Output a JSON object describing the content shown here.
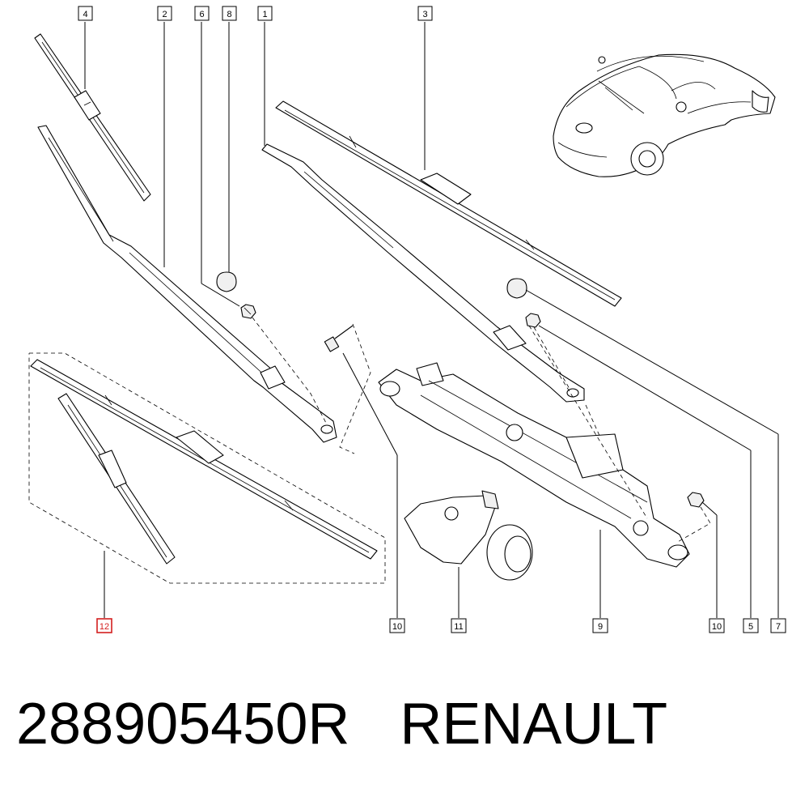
{
  "diagram": {
    "callouts": [
      {
        "id": "c4",
        "label": "4"
      },
      {
        "id": "c2",
        "label": "2"
      },
      {
        "id": "c6",
        "label": "6"
      },
      {
        "id": "c8",
        "label": "8"
      },
      {
        "id": "c1",
        "label": "1"
      },
      {
        "id": "c3",
        "label": "3"
      },
      {
        "id": "c12",
        "label": "12",
        "selected": true
      },
      {
        "id": "c10a",
        "label": "10"
      },
      {
        "id": "c11",
        "label": "11"
      },
      {
        "id": "c9",
        "label": "9"
      },
      {
        "id": "c10b",
        "label": "10"
      },
      {
        "id": "c5",
        "label": "5"
      },
      {
        "id": "c7",
        "label": "7"
      }
    ],
    "highlight_color": "#d42020"
  },
  "caption": {
    "part_number": "288905450R",
    "brand": "RENAULT"
  }
}
